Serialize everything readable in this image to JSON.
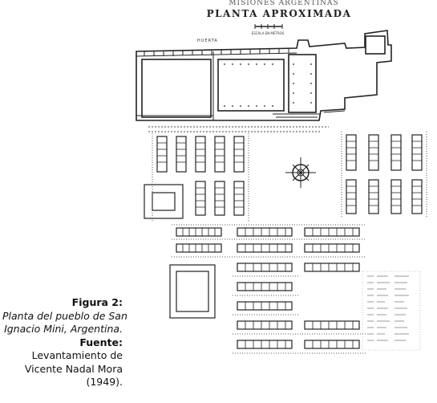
{
  "plan": {
    "header": "MISIONES ARGENTINAS",
    "title": "PLANTA APROXIMADA",
    "scale_label": "ESCALA EN METROS",
    "garden_label": "HUERTA"
  },
  "caption": {
    "figure_label": "Figura 2:",
    "figure_text_1": "Planta del pueblo de San",
    "figure_text_2": "Ignacio Mini, Argentina.",
    "source_label": "Fuente:",
    "source_text_1": "Levantamiento de",
    "source_text_2": "Vicente Nadal Mora",
    "source_text_3": "(1949)."
  }
}
